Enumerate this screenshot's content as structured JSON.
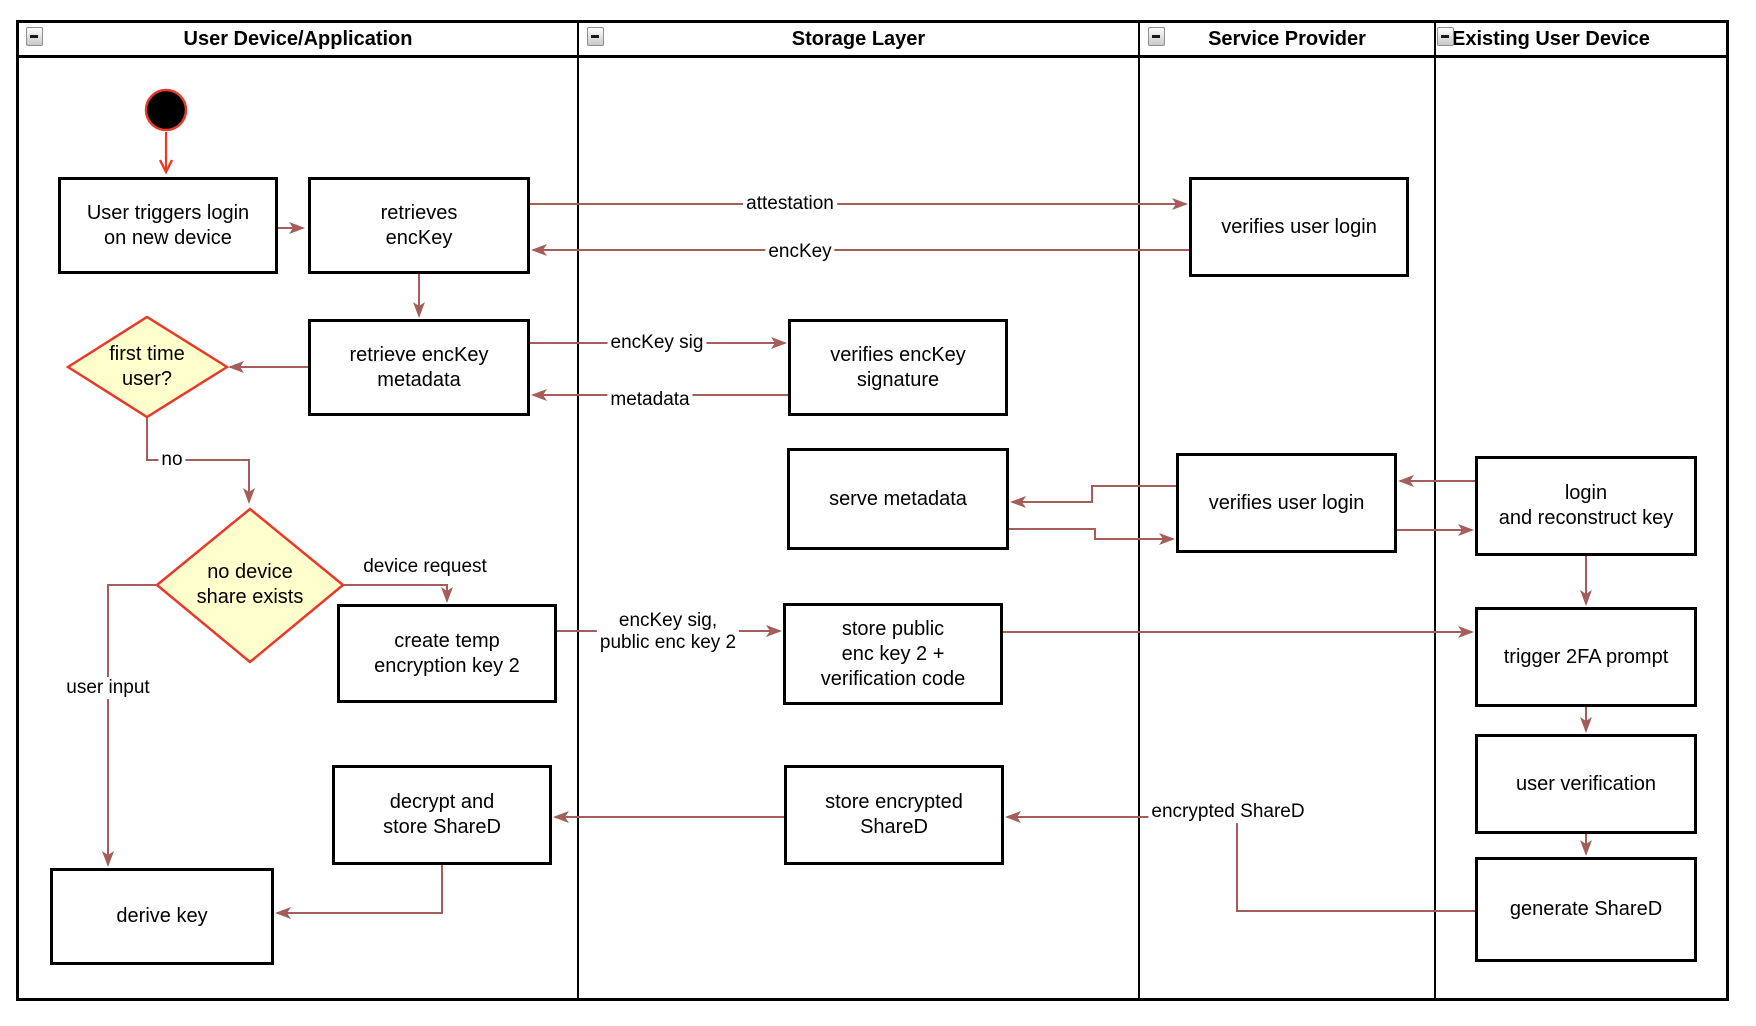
{
  "diagram": {
    "type": "swimlane-activity-diagram",
    "lanes": [
      {
        "id": "user_device",
        "title": "User Device/Application",
        "collapse_icon": "minus"
      },
      {
        "id": "storage",
        "title": "Storage Layer",
        "collapse_icon": "minus"
      },
      {
        "id": "service",
        "title": "Service Provider",
        "collapse_icon": "minus"
      },
      {
        "id": "existing",
        "title": "Existing User Device",
        "collapse_icon": "minus"
      }
    ],
    "nodes": {
      "start": {
        "type": "initial-node",
        "lane": "user_device"
      },
      "user_triggers": {
        "type": "activity",
        "lane": "user_device",
        "label": "User triggers login\non new device"
      },
      "retrieves_enckey": {
        "type": "activity",
        "lane": "user_device",
        "label": "retrieves\nencKey"
      },
      "verifies_login_top": {
        "type": "activity",
        "lane": "service",
        "label": "verifies user login"
      },
      "retrieve_metadata": {
        "type": "activity",
        "lane": "user_device",
        "label": "retrieve encKey\nmetadata"
      },
      "first_time_user": {
        "type": "decision",
        "lane": "user_device",
        "label": "first time\nuser?"
      },
      "verifies_signature": {
        "type": "activity",
        "lane": "storage",
        "label": "verifies encKey\nsignature"
      },
      "serve_metadata": {
        "type": "activity",
        "lane": "storage",
        "label": "serve metadata"
      },
      "verifies_login_mid": {
        "type": "activity",
        "lane": "service",
        "label": "verifies user login"
      },
      "login_reconstruct": {
        "type": "activity",
        "lane": "existing",
        "label": "login\nand reconstruct key"
      },
      "no_device_share": {
        "type": "decision",
        "lane": "user_device",
        "label": "no device\nshare exists"
      },
      "create_temp": {
        "type": "activity",
        "lane": "user_device",
        "label": "create temp\nencryption key 2"
      },
      "store_public": {
        "type": "activity",
        "lane": "storage",
        "label": "store public\nenc key 2 +\nverification code"
      },
      "trigger_2fa": {
        "type": "activity",
        "lane": "existing",
        "label": "trigger 2FA prompt"
      },
      "user_verification": {
        "type": "activity",
        "lane": "existing",
        "label": "user verification"
      },
      "decrypt_store": {
        "type": "activity",
        "lane": "user_device",
        "label": "decrypt and\nstore ShareD"
      },
      "store_encrypted": {
        "type": "activity",
        "lane": "storage",
        "label": "store encrypted\nShareD"
      },
      "generate_shared": {
        "type": "activity",
        "lane": "existing",
        "label": "generate ShareD"
      },
      "derive_key": {
        "type": "activity",
        "lane": "user_device",
        "label": "derive key"
      }
    },
    "edge_labels": {
      "attestation": "attestation",
      "enckey": "encKey",
      "enckey_sig": "encKey sig",
      "metadata": "metadata",
      "no": "no",
      "device_request": "device request",
      "enckey_sig_pub": "encKey sig,\npublic enc key 2",
      "user_input": "user input",
      "encrypted_shared": "encrypted ShareD"
    },
    "edges": [
      {
        "from": "start",
        "to": "user_triggers"
      },
      {
        "from": "user_triggers",
        "to": "retrieves_enckey"
      },
      {
        "from": "retrieves_enckey",
        "to": "verifies_login_top",
        "label_key": "attestation"
      },
      {
        "from": "verifies_login_top",
        "to": "retrieves_enckey",
        "label_key": "enckey"
      },
      {
        "from": "retrieves_enckey",
        "to": "retrieve_metadata"
      },
      {
        "from": "retrieve_metadata",
        "to": "first_time_user"
      },
      {
        "from": "retrieve_metadata",
        "to": "verifies_signature",
        "label_key": "enckey_sig"
      },
      {
        "from": "verifies_signature",
        "to": "retrieve_metadata",
        "label_key": "metadata"
      },
      {
        "from": "first_time_user",
        "to": "no_device_share",
        "label_key": "no"
      },
      {
        "from": "no_device_share",
        "to": "create_temp",
        "label_key": "device_request"
      },
      {
        "from": "no_device_share",
        "to": "derive_key",
        "label_key": "user_input"
      },
      {
        "from": "create_temp",
        "to": "store_public",
        "label_key": "enckey_sig_pub"
      },
      {
        "from": "store_public",
        "to": "trigger_2fa"
      },
      {
        "from": "verifies_login_mid",
        "to": "serve_metadata"
      },
      {
        "from": "serve_metadata",
        "to": "verifies_login_mid"
      },
      {
        "from": "login_reconstruct",
        "to": "verifies_login_mid"
      },
      {
        "from": "verifies_login_mid",
        "to": "login_reconstruct"
      },
      {
        "from": "login_reconstruct",
        "to": "trigger_2fa"
      },
      {
        "from": "trigger_2fa",
        "to": "user_verification"
      },
      {
        "from": "user_verification",
        "to": "generate_shared"
      },
      {
        "from": "generate_shared",
        "to": "store_encrypted",
        "label_key": "encrypted_shared"
      },
      {
        "from": "store_encrypted",
        "to": "decrypt_store"
      },
      {
        "from": "decrypt_store",
        "to": "derive_key"
      }
    ],
    "colors": {
      "connector": "#a55d59",
      "accent_red": "#eb3b25",
      "decision_fill": "#ffffce",
      "decision_border": "#e8392b",
      "node_border": "#000000",
      "node_fill": "#ffffff"
    }
  }
}
